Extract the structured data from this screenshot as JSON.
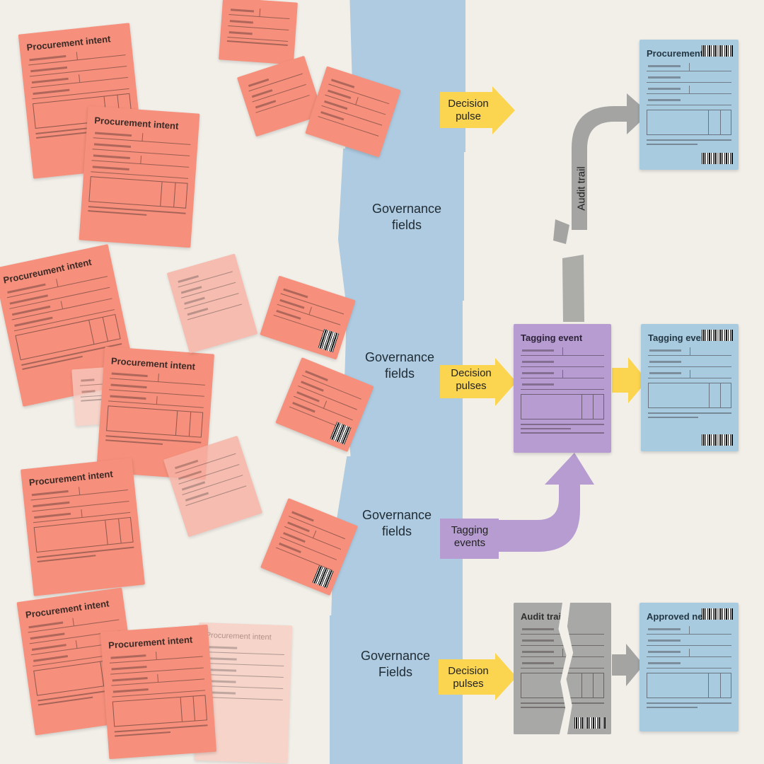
{
  "lanes": [
    {
      "label": "Governance\nfields"
    },
    {
      "label": "Governance\nfields"
    },
    {
      "label": "Governance\nfields"
    },
    {
      "label": "Governance\nFields"
    }
  ],
  "arrows": {
    "decision_pulse_top": "Decision\npulse",
    "decision_pulses_mid": "Decision\npulses",
    "tagging_events": "Tagging\nevents",
    "decision_pulses_bottom": "Decision\npulses",
    "audit_trail": "Audit trail"
  },
  "cards": {
    "procurement_intent": "Procurement intent",
    "procurement_intent_misprint": "Procureument intent",
    "procurement_intent_faded": "Procurement intent",
    "procurement": "Procurement",
    "tagging_event": "Tagging event",
    "audit_trails": "Audit trails",
    "approved_new": "Approved new"
  },
  "colors": {
    "background": "#f2efe9",
    "salmon": "#f6907c",
    "lane_blue": "#aecbe1",
    "card_blue": "#a9cbe0",
    "purple": "#b69cd1",
    "yellow_arrow": "#fbd54f",
    "grey_arrow": "#a4a4a2"
  }
}
